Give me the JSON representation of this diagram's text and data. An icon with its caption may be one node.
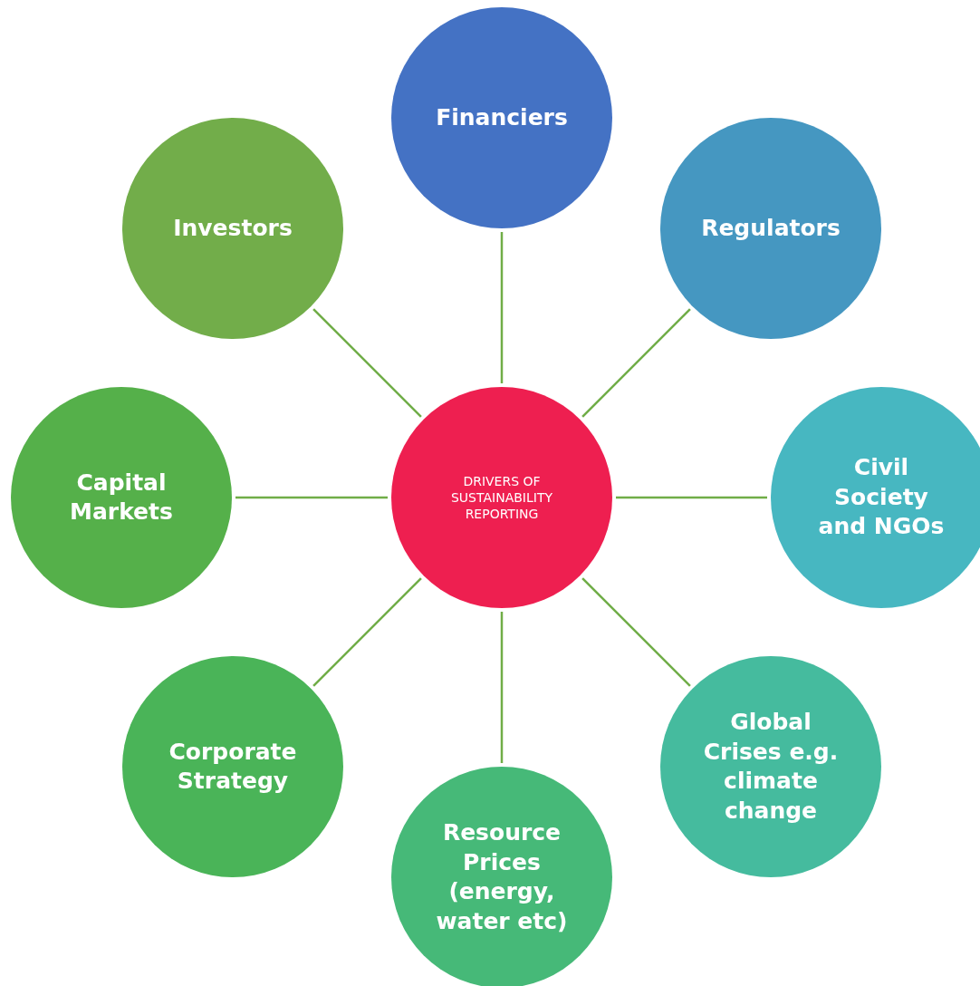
{
  "diagram": {
    "nodes": [
      {
        "text": [
          "DRIVERS OF SUSTAINABILITY REPORTING"
        ]
      },
      {
        "text": [
          "Financiers"
        ]
      },
      {
        "text": [
          "Regulators"
        ]
      },
      {
        "text": [
          "Civil Society and NGOs"
        ]
      },
      {
        "text": [
          "Global Crises e.g. climate change"
        ]
      },
      {
        "text": [
          "Resource Prices (energy, water etc)"
        ]
      },
      {
        "text": [
          "Corporate Strategy"
        ]
      },
      {
        "text": [
          "Capital Markets"
        ]
      },
      {
        "text": [
          "Investors"
        ]
      }
    ],
    "edges": [
      {
        "from": 0,
        "to": 1,
        "arrow": "none"
      },
      {
        "from": 0,
        "to": 2,
        "arrow": "none"
      },
      {
        "from": 0,
        "to": 3,
        "arrow": "none"
      },
      {
        "from": 0,
        "to": 4,
        "arrow": "none"
      },
      {
        "from": 0,
        "to": 5,
        "arrow": "none"
      },
      {
        "from": 0,
        "to": 6,
        "arrow": "none"
      },
      {
        "from": 0,
        "to": 7,
        "arrow": "none"
      },
      {
        "from": 0,
        "to": 8,
        "arrow": "none"
      }
    ]
  }
}
